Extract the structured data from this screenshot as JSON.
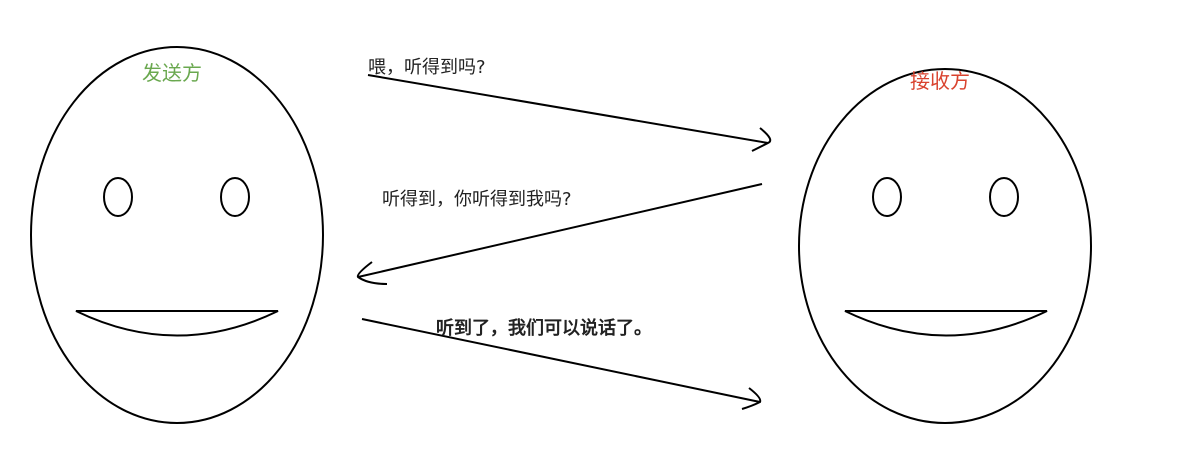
{
  "sender": {
    "label": "发送方",
    "color": "#6aa84f"
  },
  "receiver": {
    "label": "接收方",
    "color": "#d9432f"
  },
  "messages": [
    {
      "text": "喂，听得到吗?",
      "direction": "sender-to-receiver"
    },
    {
      "text": "听得到，你听得到我吗?",
      "direction": "receiver-to-sender"
    },
    {
      "text": "听到了，我们可以说话了。",
      "direction": "sender-to-receiver"
    }
  ]
}
